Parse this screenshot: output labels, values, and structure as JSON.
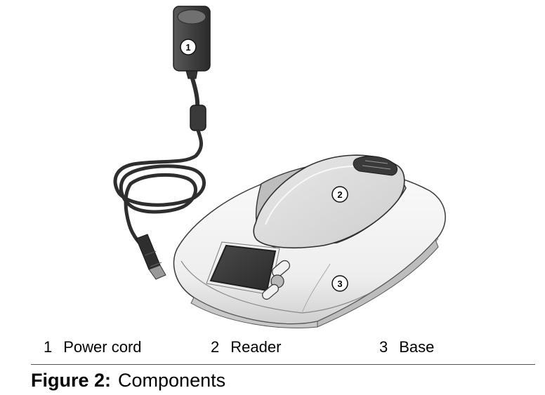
{
  "figure": {
    "label": "Figure 2:",
    "title": "Components"
  },
  "callouts": [
    {
      "number": "1"
    },
    {
      "number": "2"
    },
    {
      "number": "3"
    }
  ],
  "legend": [
    {
      "number": "1",
      "text": "Power cord"
    },
    {
      "number": "2",
      "text": "Reader"
    },
    {
      "number": "3",
      "text": "Base"
    }
  ],
  "colors": {
    "outline": "#3a3a3a",
    "body_light": "#f3f3f3",
    "body_mid": "#d4d4d4",
    "body_dark": "#9a9a9a",
    "cord": "#2e2e2e",
    "screen": "#3c3c3c"
  }
}
